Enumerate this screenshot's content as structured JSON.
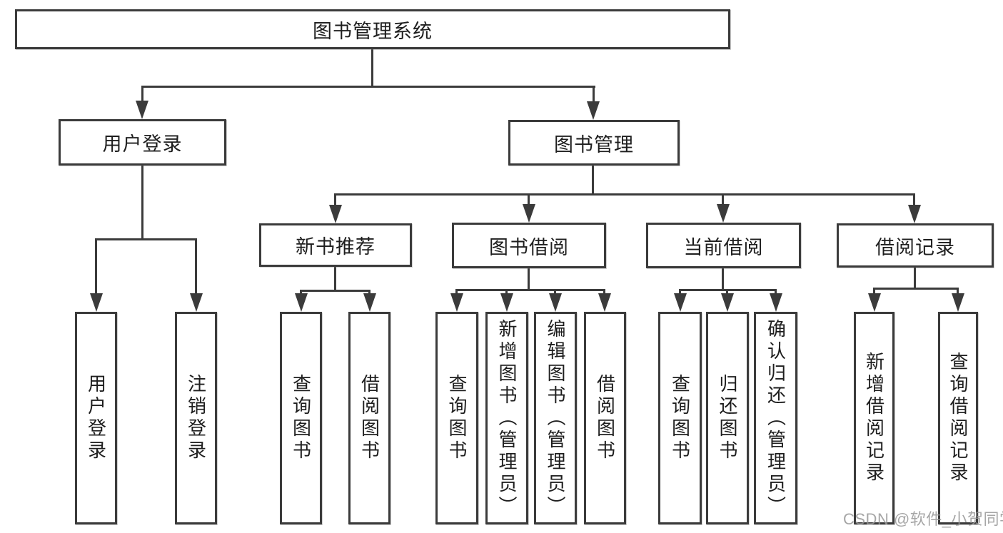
{
  "tree": {
    "root": {
      "label": "图书管理系统",
      "children": [
        {
          "label": "用户登录",
          "children": [
            {
              "label": "用户登录"
            },
            {
              "label": "注销登录"
            }
          ]
        },
        {
          "label": "图书管理",
          "children": [
            {
              "label": "新书推荐",
              "children": [
                {
                  "label": "查询图书"
                },
                {
                  "label": "借阅图书"
                }
              ]
            },
            {
              "label": "图书借阅",
              "children": [
                {
                  "label": "查询图书"
                },
                {
                  "label": "新增图书（管理员）"
                },
                {
                  "label": "编辑图书（管理员）"
                },
                {
                  "label": "借阅图书"
                }
              ]
            },
            {
              "label": "当前借阅",
              "children": [
                {
                  "label": "查询图书"
                },
                {
                  "label": "归还图书"
                },
                {
                  "label": "确认归还（管理员）"
                }
              ]
            },
            {
              "label": "借阅记录",
              "children": [
                {
                  "label": "新增借阅记录"
                },
                {
                  "label": "查询借阅记录"
                }
              ]
            }
          ]
        }
      ]
    }
  },
  "watermark": {
    "text": "CSDN @软件_小贺同学"
  },
  "colors": {
    "line": "#3b3b3b",
    "text": "#1e1e1e",
    "background": "#ffffff",
    "watermark": "#969696"
  }
}
